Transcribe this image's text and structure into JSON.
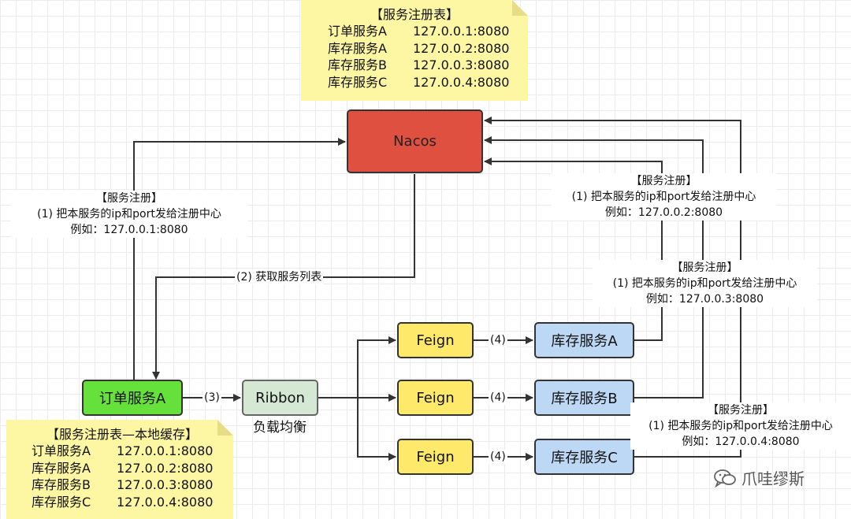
{
  "registry_note": {
    "title": "【服务注册表】",
    "rows": [
      {
        "service": "订单服务A",
        "address": "127.0.0.1:8080"
      },
      {
        "service": "库存服务A",
        "address": "127.0.0.2:8080"
      },
      {
        "service": "库存服务B",
        "address": "127.0.0.3:8080"
      },
      {
        "service": "库存服务C",
        "address": "127.0.0.4:8080"
      }
    ]
  },
  "cache_note": {
    "title": "【服务注册表—本地缓存】",
    "rows": [
      {
        "service": "订单服务A",
        "address": "127.0.0.1:8080"
      },
      {
        "service": "库存服务A",
        "address": "127.0.0.2:8080"
      },
      {
        "service": "库存服务B",
        "address": "127.0.0.3:8080"
      },
      {
        "service": "库存服务C",
        "address": "127.0.0.4:8080"
      }
    ]
  },
  "nodes": {
    "nacos": "Nacos",
    "order_a": "订单服务A",
    "ribbon": "Ribbon",
    "ribbon_caption": "负载均衡",
    "feign_1": "Feign",
    "feign_2": "Feign",
    "feign_3": "Feign",
    "stock_a": "库存服务A",
    "stock_b": "库存服务B",
    "stock_c": "库存服务C"
  },
  "edge_labels": {
    "fetch_list": "(2) 获取服务列表",
    "order_to_ribbon": "(3)",
    "feign_to_stock_1": "(4)",
    "feign_to_stock_2": "(4)",
    "feign_to_stock_3": "(4)"
  },
  "registration_labels": {
    "order_a": {
      "title": "【服务注册】",
      "line1": "(1) 把本服务的ip和port发给注册中心",
      "line2": "例如：127.0.0.1:8080"
    },
    "stock_a": {
      "title": "【服务注册】",
      "line1": "(1) 把本服务的ip和port发给注册中心",
      "line2": "例如：127.0.0.2:8080"
    },
    "stock_b": {
      "title": "【服务注册】",
      "line1": "(1) 把本服务的ip和port发给注册中心",
      "line2": "例如：127.0.0.3:8080"
    },
    "stock_c": {
      "title": "【服务注册】",
      "line1": "(1) 把本服务的ip和port发给注册中心",
      "line2": "例如：127.0.0.4:8080"
    }
  },
  "watermark": {
    "text": "爪哇缪斯",
    "icon": "wechat-icon"
  },
  "colors": {
    "nacos": "#e05040",
    "order": "#66e03a",
    "ribbon": "#d5e8d4",
    "feign": "#ffe96a",
    "stock": "#bcd8f5",
    "note": "#fdf6a3",
    "line": "#333333"
  }
}
